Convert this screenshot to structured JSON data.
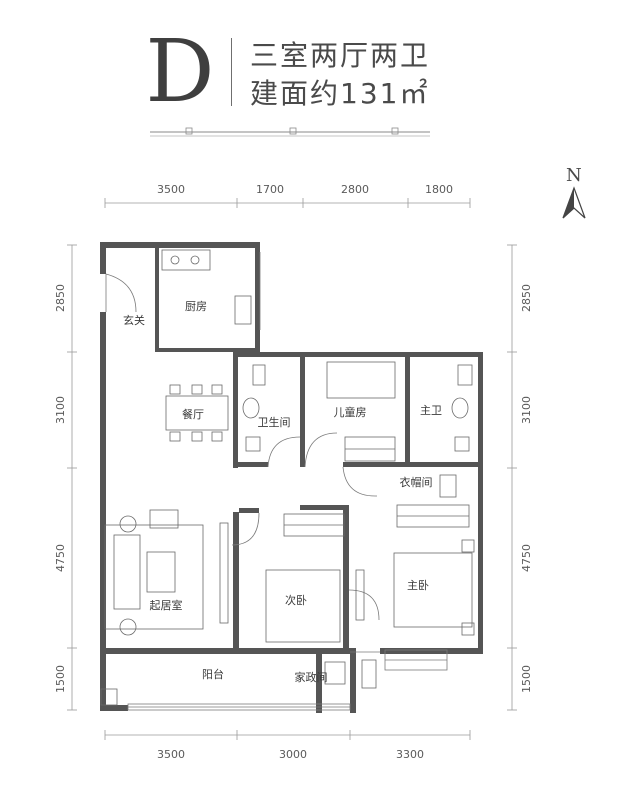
{
  "header": {
    "unit_type": "D",
    "layout": "三室两厅两卫",
    "area": "建面约131㎡"
  },
  "compass": {
    "label": "N"
  },
  "dimensions": {
    "top": [
      "3500",
      "1700",
      "2800",
      "1800"
    ],
    "bottom": [
      "3500",
      "3000",
      "3300"
    ],
    "left": [
      "2850",
      "3100",
      "4750",
      "1500"
    ],
    "right": [
      "2850",
      "3100",
      "4750",
      "1500"
    ]
  },
  "rooms": {
    "kitchen": "厨房",
    "entrance": "玄关",
    "dining": "餐厅",
    "bathroom": "卫生间",
    "kids_room": "儿童房",
    "master_bath": "主卫",
    "walk_in_closet": "衣帽间",
    "living_room": "起居室",
    "second_bedroom": "次卧",
    "master_bedroom": "主卧",
    "balcony": "阳台",
    "utility_room": "家政间"
  },
  "colors": {
    "wall": "#555555",
    "line": "#8a8a8a",
    "text": "#3a3a3a"
  }
}
